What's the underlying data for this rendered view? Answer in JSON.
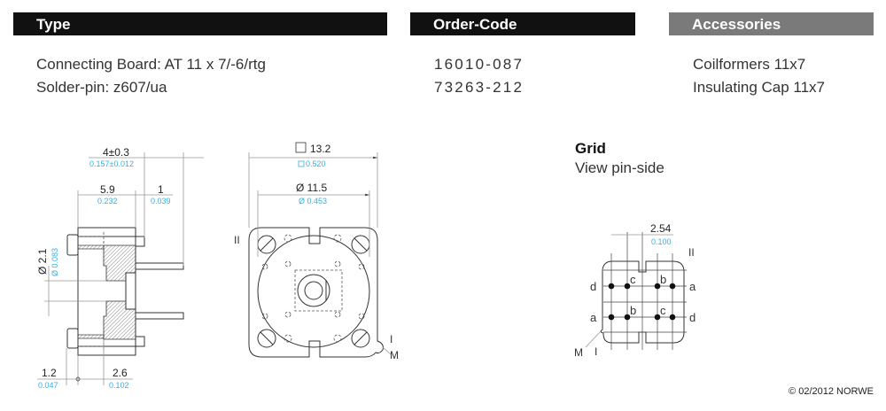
{
  "headers": {
    "type": "Type",
    "order_code": "Order-Code",
    "accessories": "Accessories"
  },
  "items": [
    {
      "type": "Connecting Board: AT 11 x 7/-6/rtg",
      "order_code": "16010-087",
      "accessory": "Coilformers 11x7"
    },
    {
      "type": "Solder-pin: z607/ua",
      "order_code": "73263-212",
      "accessory": "Insulating Cap 11x7"
    }
  ],
  "side_view": {
    "dim_pin_length": "4±0.3",
    "dim_pin_length_in": "0.157±0.012",
    "dim_width": "5.9",
    "dim_width_in": "0.232",
    "dim_offset": "1",
    "dim_offset_in": "0.039",
    "dim_hole": "Ø 2.1",
    "dim_hole_in": "Ø 0.083",
    "dim_clip": "1.2",
    "dim_clip_in": "0.047",
    "dim_flange": "2.6",
    "dim_flange_in": "0.102"
  },
  "top_view": {
    "dim_square": "13.2",
    "dim_square_in": "0.520",
    "dim_diameter": "Ø 11.5",
    "dim_diameter_in": "Ø 0.453",
    "mark_2": "II",
    "mark_1": "I",
    "mark_m": "M"
  },
  "grid": {
    "title": "Grid",
    "subtitle": "View pin-side",
    "pitch": "2.54",
    "pitch_in": "0.100",
    "labels": {
      "d1": "d",
      "c1": "c",
      "b1": "b",
      "a1": "a",
      "a2": "a",
      "b2": "b",
      "c2": "c",
      "d2": "d"
    },
    "mark_2": "II",
    "mark_1": "I",
    "mark_m": "M"
  },
  "copyright": "© 02/2012 NORWE",
  "colors": {
    "header": "#111111",
    "header_gray": "#7a7a7a",
    "inch": "#3aaee0"
  }
}
